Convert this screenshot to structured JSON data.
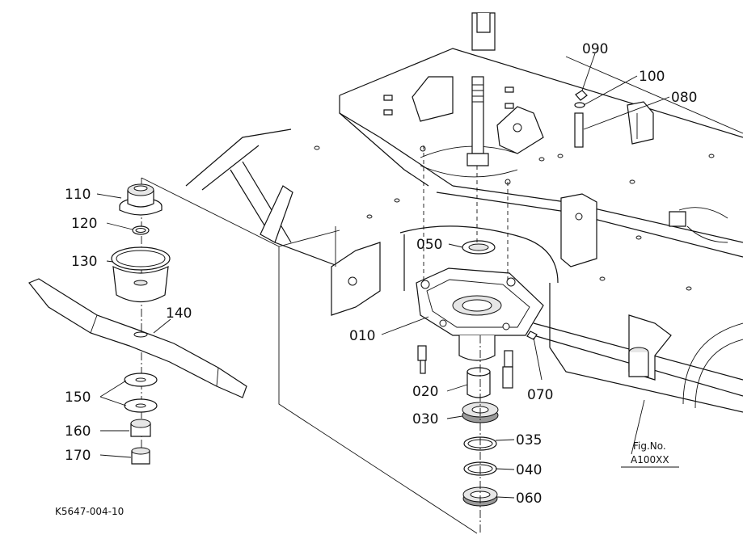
{
  "figure": {
    "drawing_number": "K5647-004-10",
    "fig_box": {
      "line1": "Fig.No.",
      "line2": "A100XX"
    }
  },
  "callouts": [
    {
      "id": "110",
      "text": "110"
    },
    {
      "id": "120",
      "text": "120"
    },
    {
      "id": "130",
      "text": "130"
    },
    {
      "id": "140",
      "text": "140"
    },
    {
      "id": "150",
      "text": "150"
    },
    {
      "id": "160",
      "text": "160"
    },
    {
      "id": "170",
      "text": "170"
    },
    {
      "id": "050",
      "text": "050"
    },
    {
      "id": "010",
      "text": "010"
    },
    {
      "id": "020",
      "text": "020"
    },
    {
      "id": "030",
      "text": "030"
    },
    {
      "id": "035",
      "text": "035"
    },
    {
      "id": "040",
      "text": "040"
    },
    {
      "id": "060",
      "text": "060"
    },
    {
      "id": "070",
      "text": "070"
    },
    {
      "id": "090",
      "text": "090"
    },
    {
      "id": "100",
      "text": "100"
    },
    {
      "id": "080",
      "text": "080"
    }
  ]
}
